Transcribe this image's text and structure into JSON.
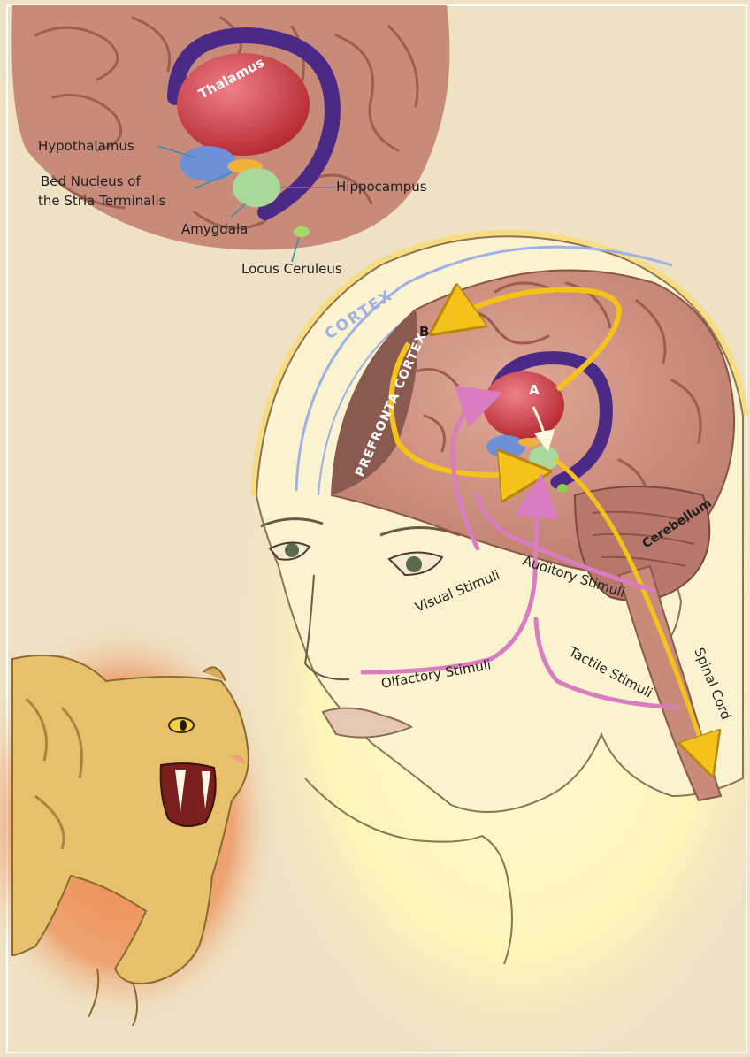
{
  "inset": {
    "labels": {
      "thalamus": "Thalamus",
      "hypothalamus": "Hypothalamus",
      "bed_nucleus_line1": "Bed Nucleus of",
      "bed_nucleus_line2": "the Stria Terminalis",
      "amygdala": "Amygdala",
      "hippocampus": "Hippocampus",
      "locus_ceruleus": "Locus Ceruleus"
    }
  },
  "main": {
    "labels": {
      "cortex": "CORTEX",
      "prefrontal_cortex": "PREFRONTA CORTEX",
      "point_a": "A",
      "point_b": "B",
      "cerebellum": "Cerebellum",
      "visual_stimuli": "Visual Stimuli",
      "auditory_stimuli": "Auditory Stimuli",
      "olfactory_stimuli": "Olfactory Stimuli",
      "tactile_stimuli": "Tactile Stimuli",
      "spinal_cord": "Spinal Cord"
    }
  },
  "colors": {
    "background": "#efe1c4",
    "cortex_pink": "#c98b79",
    "thalamus_red": "#c2333a",
    "hippocampus_purple": "#4a2a86",
    "hypothalamus_blue": "#6f8fd6",
    "amygdala_green": "#a9d89a",
    "bed_nucleus_orange": "#f2b23a",
    "pathway_yellow": "#f4c21a",
    "stimuli_pink": "#d97cc0",
    "glow_yellow": "#fff3a6",
    "tiger_glow": "#ee7a3a"
  }
}
